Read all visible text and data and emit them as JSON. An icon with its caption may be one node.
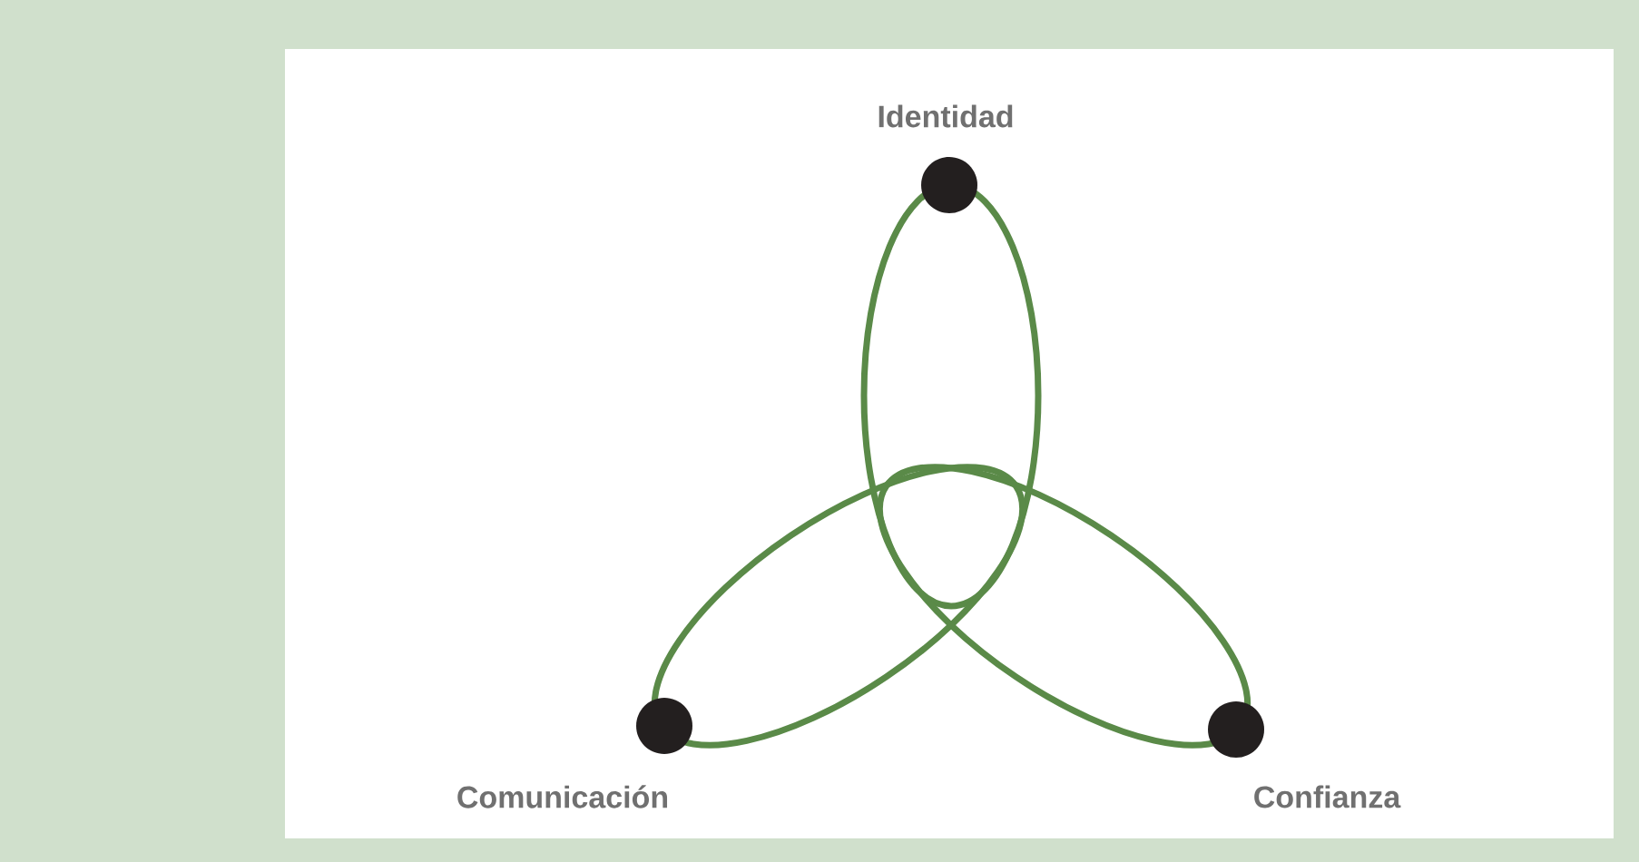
{
  "diagram": {
    "nodes": [
      {
        "text": [],
        "shape": "circle",
        "beside": [
          "Identidad"
        ]
      },
      {
        "text": [],
        "shape": "circle",
        "beside": [
          "Comunicación"
        ]
      },
      {
        "text": [],
        "shape": "circle",
        "beside": [
          "Confianza"
        ]
      }
    ]
  }
}
